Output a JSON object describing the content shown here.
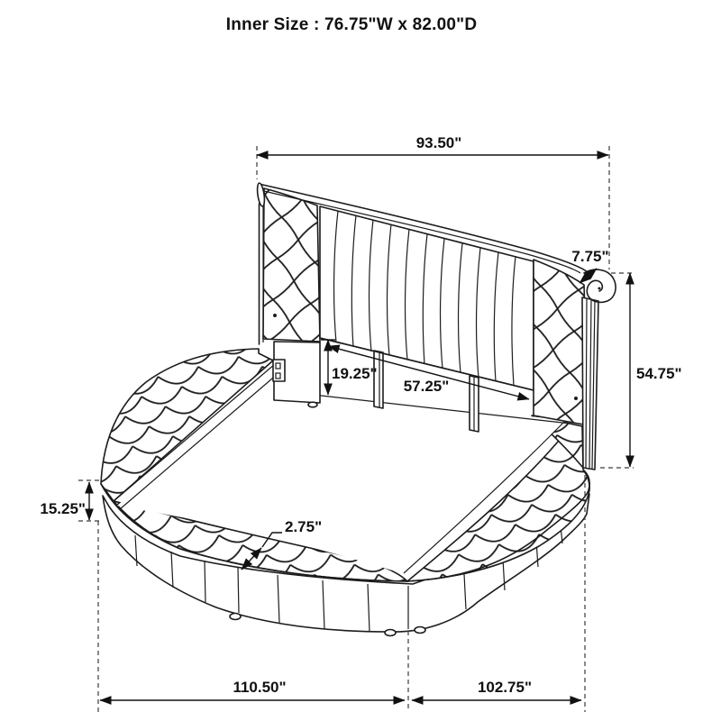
{
  "title": "Inner Size : 76.75\"W x 82.00\"D",
  "drawing": "round-upholstered-bed-dimension-diagram",
  "line_color": "#1c1c1c",
  "dimensions": {
    "headboard_width": "93.50\"",
    "headboard_roll_thickness": "7.75\"",
    "headboard_height": "54.75\"",
    "headboard_to_deck": "19.25\"",
    "inner_headboard_width": "57.25\"",
    "side_rail_height": "15.25\"",
    "rim_lip_thickness": "2.75\"",
    "overall_width": "110.50\"",
    "overall_depth": "102.75\""
  }
}
